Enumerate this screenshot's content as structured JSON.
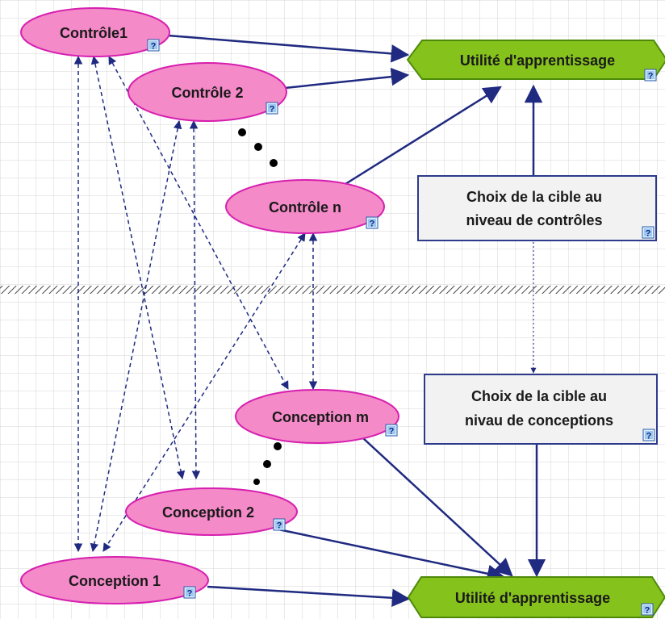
{
  "nodes": {
    "controle1": "Contrôle1",
    "controle2": "Contrôle 2",
    "controlen": "Contrôle n",
    "conceptionm": "Conception m",
    "conception2": "Conception 2",
    "conception1": "Conception 1",
    "utilite_top": "Utilité d'apprentissage",
    "utilite_bottom": "Utilité d'apprentissage",
    "choix_controles_line1": "Choix de la cible au",
    "choix_controles_line2": "niveau de contrôles",
    "choix_conceptions_line1": "Choix de la cible au",
    "choix_conceptions_line2": "nivau de conceptions"
  },
  "colors": {
    "ellipse_fill": "#f48ac8",
    "ellipse_stroke": "#d61fb0",
    "hex_fill": "#86c21c",
    "hex_stroke": "#4e8a0a",
    "box_fill": "#f2f2f2",
    "box_stroke": "#2d3a8c",
    "arrow": "#1f2a80",
    "grid": "#d6d6d6"
  },
  "icons": [
    "help-icon"
  ]
}
